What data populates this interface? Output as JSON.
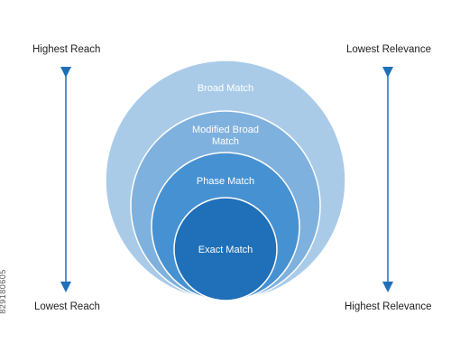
{
  "left_scale": {
    "top_label": "Highest Reach",
    "bottom_label": "Lowest Reach"
  },
  "right_scale": {
    "top_label": "Lowest Relevance",
    "bottom_label": "Highest Relevance"
  },
  "rings": [
    {
      "label": "Broad Match",
      "color": "#a9cbe8"
    },
    {
      "label": "Modified Broad Match",
      "color": "#7fb1de"
    },
    {
      "label": "Phase Match",
      "color": "#4691d1"
    },
    {
      "label": "Exact Match",
      "color": "#1f6fb9"
    }
  ],
  "colors": {
    "arrow": "#1f6fb9",
    "ring_stroke": "#ffffff"
  },
  "stock_id": "829180605"
}
